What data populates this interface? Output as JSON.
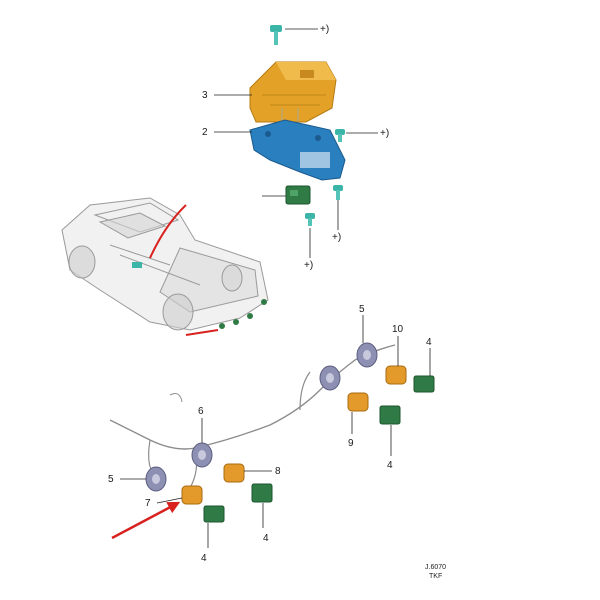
{
  "labels": {
    "l1": "3",
    "l2": "2",
    "l3": "+)",
    "l4": "+)",
    "l5": "+)",
    "l6": "+)",
    "l7": "5",
    "l8": "10",
    "l9": "4",
    "l10": "9",
    "l11": "4",
    "l12": "6",
    "l13": "8",
    "l14": "5",
    "l15": "7",
    "l16": "4",
    "l17": "4"
  },
  "figure_code": {
    "line1": "J.6070",
    "line2": "TKF"
  },
  "colors": {
    "cover": "#e3a227",
    "bracket": "#2a7fbf",
    "connector": "#2f7a45",
    "screw": "#3bb5a8",
    "sensor_body": "#e39a2a",
    "ring": "#8d8fb3",
    "arrow": "#d7221f"
  }
}
